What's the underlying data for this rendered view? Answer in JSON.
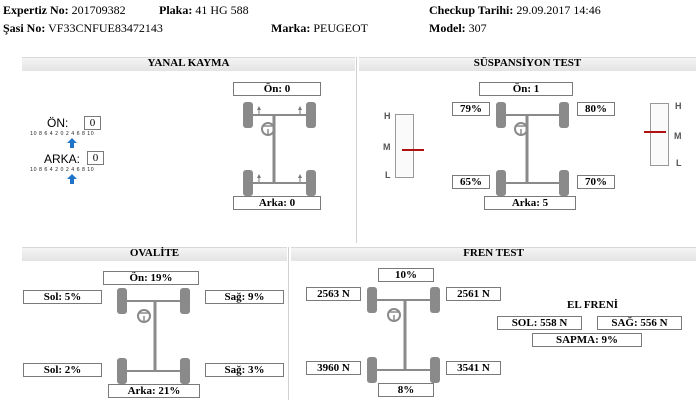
{
  "header": {
    "expertiz_label": "Expertiz No:",
    "expertiz_value": "201709382",
    "plaka_label": "Plaka:",
    "plaka_value": "41 HG 588",
    "checkup_label": "Checkup Tarihi:",
    "checkup_value": "29.09.2017 14:46",
    "sasi_label": "Şasi No:",
    "sasi_value": "VF33CNFUE83472143",
    "marka_label": "Marka:",
    "marka_value": "PEUGEOT",
    "model_label": "Model:",
    "model_value": "307"
  },
  "yanal": {
    "title": "YANAL KAYMA",
    "on_label": "ÖN:",
    "on_value": "0",
    "arka_label": "ARKA:",
    "arka_value": "0",
    "scale": "10 8 6 4 2 0 2 4 6 8 10",
    "front_box": "Ön: 0",
    "rear_box": "Arka: 0",
    "arrow_color": "#1e74c8"
  },
  "suspansiyon": {
    "title": "SÜSPANSİYON TEST",
    "front_box": "Ön: 1",
    "rear_box": "Arka: 5",
    "fl": "79%",
    "fr": "80%",
    "rl": "65%",
    "rr": "70%",
    "gauge_letters": [
      "H",
      "M",
      "L"
    ],
    "left_gauge_level": 0.55,
    "right_gauge_level": 0.45,
    "level_color": "#b01010"
  },
  "ovalite": {
    "title": "OVALİTE",
    "front_box": "Ön: 19%",
    "rear_box": "Arka: 21%",
    "fl": "Sol: 5%",
    "fr": "Sağ: 9%",
    "rl": "Sol: 2%",
    "rr": "Sağ: 3%"
  },
  "fren": {
    "title": "FREN TEST",
    "front_box": "10%",
    "rear_box": "8%",
    "fl": "2563 N",
    "fr": "2561 N",
    "rl": "3960 N",
    "rr": "3541 N",
    "el_freni_title": "EL FRENİ",
    "sol": "SOL: 558 N",
    "sag": "SAĞ: 556 N",
    "sapma": "SAPMA: 9%"
  }
}
